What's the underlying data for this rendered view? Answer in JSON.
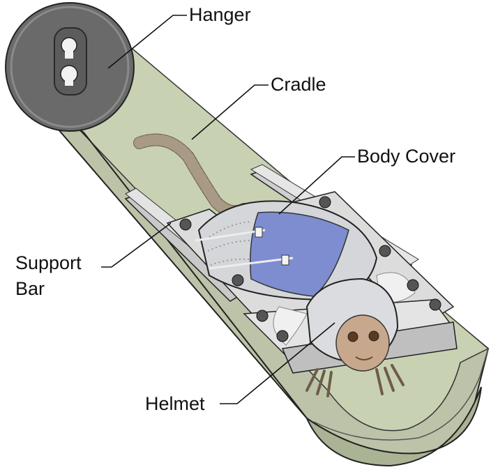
{
  "labels": {
    "hanger": "Hanger",
    "cradle": "Cradle",
    "body_cover": "Body Cover",
    "support_bar": {
      "line1": "Support",
      "line2": "Bar"
    },
    "helmet": "Helmet"
  },
  "colors": {
    "tube_outer": "#c9cdb6",
    "tube_inner": "#c4ceaf",
    "hanger_disc": "#6d6d6d",
    "metal": "#d7d9db",
    "body_cover": "#7f8ecf",
    "fur": "#7a6c5e",
    "outline": "#222222"
  }
}
